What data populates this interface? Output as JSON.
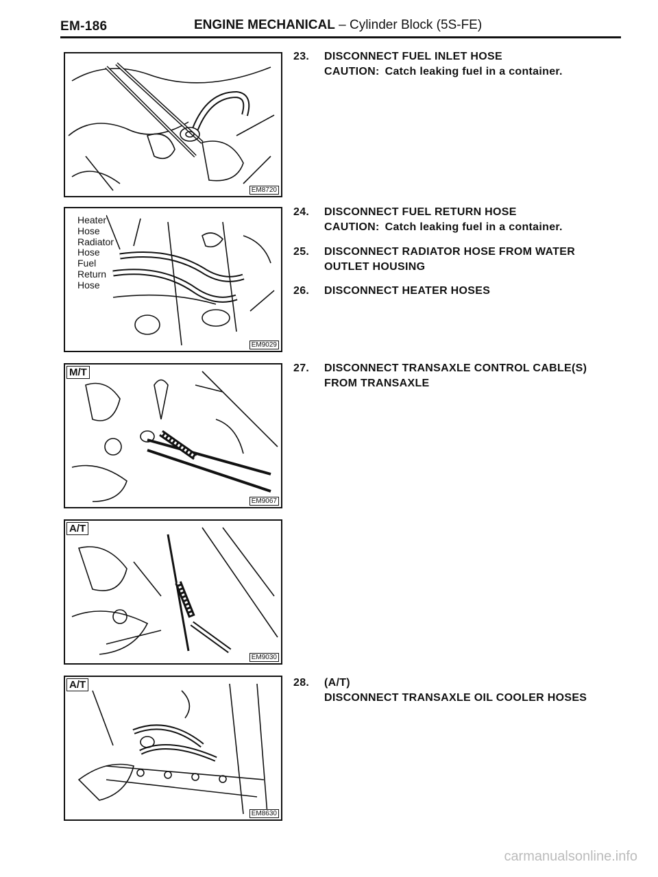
{
  "header": {
    "page_code": "EM-186",
    "section": "ENGINE MECHANICAL",
    "dash": " – ",
    "subsection": "Cylinder Block (5S-FE)"
  },
  "figures": [
    {
      "code": "EM8720"
    },
    {
      "code": "EM9029",
      "labels": [
        "Heater",
        "Hose",
        "Radiator",
        "Hose",
        "Fuel",
        "Return",
        "Hose"
      ]
    },
    {
      "code": "EM9067",
      "tag": "M/T"
    },
    {
      "code": "EM9030",
      "tag": "A/T"
    },
    {
      "code": "EM8630",
      "tag": "A/T"
    }
  ],
  "steps": [
    {
      "num": "23.",
      "text": "DISCONNECT FUEL INLET HOSE",
      "caution_label": "CAUTION:",
      "caution_text": "Catch leaking fuel in a container."
    },
    {
      "num": "24.",
      "text": "DISCONNECT FUEL RETURN HOSE",
      "caution_label": "CAUTION:",
      "caution_text": "Catch leaking fuel in a container."
    },
    {
      "num": "25.",
      "text": "DISCONNECT RADIATOR HOSE FROM WATER",
      "text2": "OUTLET HOUSING"
    },
    {
      "num": "26.",
      "text": "DISCONNECT HEATER HOSES"
    },
    {
      "num": "27.",
      "text": "DISCONNECT TRANSAXLE CONTROL CABLE(S)",
      "text2": "FROM TRANSAXLE"
    },
    {
      "num": "28.",
      "text": "(A/T)",
      "text2": "DISCONNECT TRANSAXLE OIL COOLER HOSES"
    }
  ],
  "footer": {
    "watermark": "carmanualsonline.info"
  }
}
